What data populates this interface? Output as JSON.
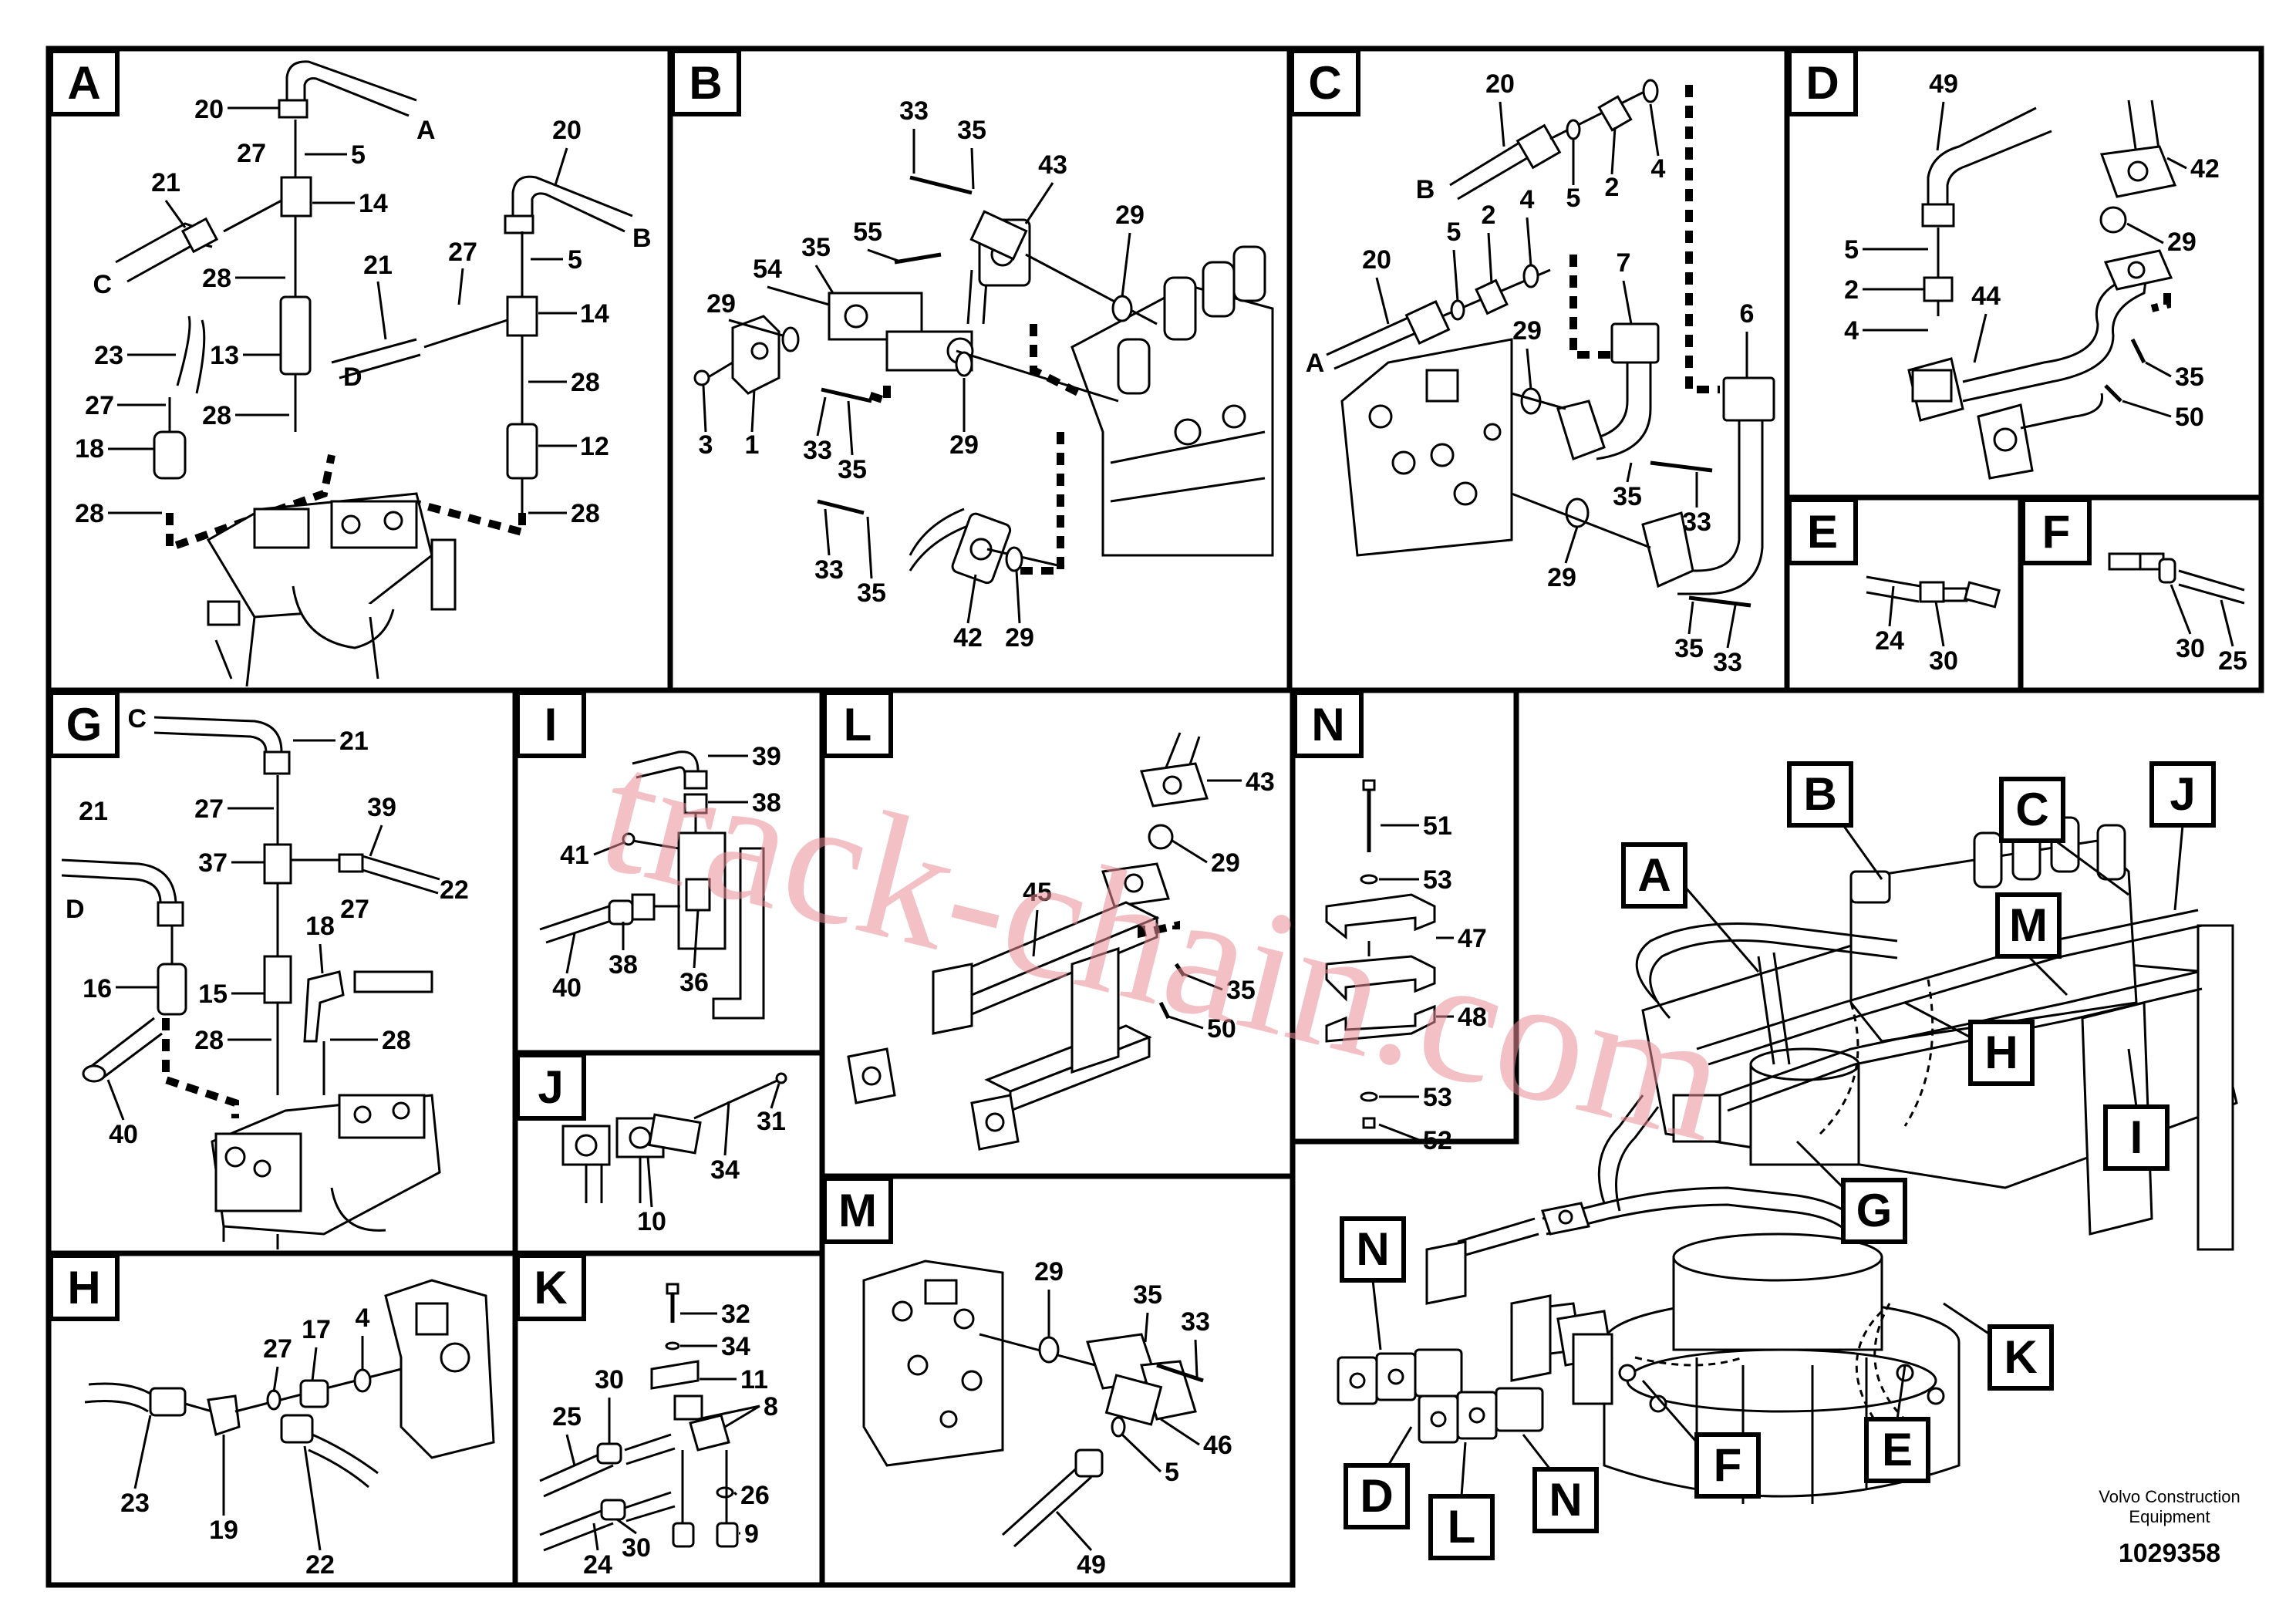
{
  "watermark": "track-chain.com",
  "footer": {
    "brand_line1": "Volvo Construction",
    "brand_line2": "Equipment",
    "drawing_number": "1029358"
  },
  "panels": {
    "A": {
      "letter": "A",
      "callouts": [
        "20",
        "A",
        "27",
        "5",
        "21",
        "14",
        "C",
        "28",
        "23",
        "13",
        "27",
        "18",
        "28",
        "28",
        "20",
        "B",
        "27",
        "5",
        "21",
        "14",
        "D",
        "28",
        "12",
        "28"
      ]
    },
    "B": {
      "letter": "B",
      "callouts": [
        "33",
        "35",
        "43",
        "55",
        "35",
        "54",
        "29",
        "29",
        "3",
        "1",
        "33",
        "35",
        "29",
        "33",
        "35",
        "42",
        "29"
      ]
    },
    "C": {
      "letter": "C",
      "callouts": [
        "20",
        "5",
        "2",
        "4",
        "B",
        "20",
        "5",
        "2",
        "4",
        "A",
        "7",
        "6",
        "29",
        "35",
        "33",
        "29",
        "35",
        "33"
      ]
    },
    "D": {
      "letter": "D",
      "callouts": [
        "49",
        "42",
        "29",
        "5",
        "2",
        "4",
        "44",
        "35",
        "50"
      ]
    },
    "E": {
      "letter": "E",
      "callouts": [
        "24",
        "30"
      ]
    },
    "F": {
      "letter": "F",
      "callouts": [
        "30",
        "25"
      ]
    },
    "G": {
      "letter": "G",
      "callouts": [
        "C",
        "21",
        "21",
        "27",
        "39",
        "37",
        "27",
        "22",
        "D",
        "18",
        "16",
        "15",
        "28",
        "28",
        "40"
      ]
    },
    "I": {
      "letter": "I",
      "callouts": [
        "39",
        "38",
        "41",
        "40",
        "38",
        "36"
      ]
    },
    "J": {
      "letter": "J",
      "callouts": [
        "31",
        "34",
        "10"
      ]
    },
    "L": {
      "letter": "L",
      "callouts": [
        "43",
        "29",
        "45",
        "35",
        "50"
      ]
    },
    "N": {
      "letter": "N",
      "callouts": [
        "51",
        "53",
        "47",
        "48",
        "53",
        "52"
      ]
    },
    "H": {
      "letter": "H",
      "callouts": [
        "27",
        "17",
        "4",
        "23",
        "19",
        "22"
      ]
    },
    "K": {
      "letter": "K",
      "callouts": [
        "32",
        "34",
        "11",
        "8",
        "25",
        "30",
        "26",
        "9",
        "24",
        "30"
      ]
    },
    "M": {
      "letter": "M",
      "callouts": [
        "29",
        "35",
        "33",
        "46",
        "5",
        "49"
      ]
    }
  },
  "overview_labels": [
    "B",
    "C",
    "J",
    "A",
    "M",
    "H",
    "I",
    "G",
    "K",
    "N",
    "F",
    "E",
    "D",
    "L",
    "N"
  ]
}
